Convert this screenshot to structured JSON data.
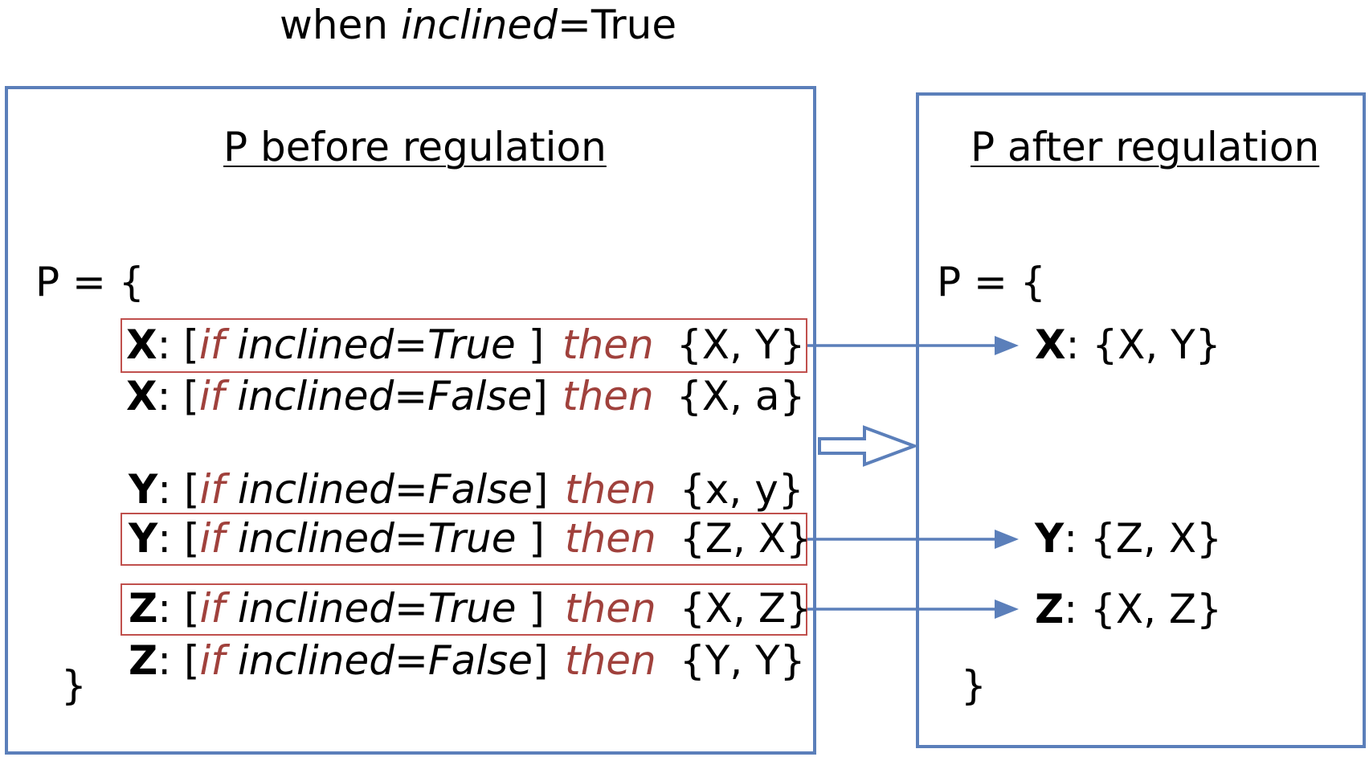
{
  "heading": {
    "prefix": "when ",
    "var": "inclined",
    "suffix": "=True"
  },
  "left_panel": {
    "title": "P before regulation",
    "open": "P = {",
    "close": "}",
    "rules": [
      {
        "node": "X",
        "colon": ": [",
        "kw_if": "if",
        "cond": " inclined=True ",
        "bracket": "]",
        "kw_then": "then",
        "result": "{X, Y}",
        "highlighted": true
      },
      {
        "node": "X",
        "colon": ": [",
        "kw_if": "if",
        "cond": " inclined=False",
        "bracket": "]",
        "kw_then": "then",
        "result": "{X, a}",
        "highlighted": false
      },
      {
        "node": "Y",
        "colon": ": [",
        "kw_if": "if",
        "cond": " inclined=False",
        "bracket": "]",
        "kw_then": "then",
        "result": "{x, y}",
        "highlighted": false
      },
      {
        "node": "Y",
        "colon": ": [",
        "kw_if": "if",
        "cond": " inclined=True ",
        "bracket": "]",
        "kw_then": "then",
        "result": "{Z, X}",
        "highlighted": true
      },
      {
        "node": "Z",
        "colon": ": [",
        "kw_if": "if",
        "cond": " inclined=True ",
        "bracket": "]",
        "kw_then": "then",
        "result": "{X, Z}",
        "highlighted": true
      },
      {
        "node": "Z",
        "colon": ": [",
        "kw_if": "if",
        "cond": " inclined=False",
        "bracket": "]",
        "kw_then": "then",
        "result": "{Y, Y}",
        "highlighted": false
      }
    ]
  },
  "right_panel": {
    "title": "P after regulation",
    "open": "P = {",
    "close": "}",
    "rules": [
      {
        "node": "X",
        "colon": ": ",
        "result": "{X, Y}"
      },
      {
        "node": "Y",
        "colon": ": ",
        "result": "{Z, X}"
      },
      {
        "node": "Z",
        "colon": ": ",
        "result": "{X, Z}"
      }
    ]
  },
  "colors": {
    "box_border": "#5b7fba",
    "highlight_border": "#c0504d",
    "keyword": "#a0413c",
    "arrow": "#5b7fba"
  }
}
